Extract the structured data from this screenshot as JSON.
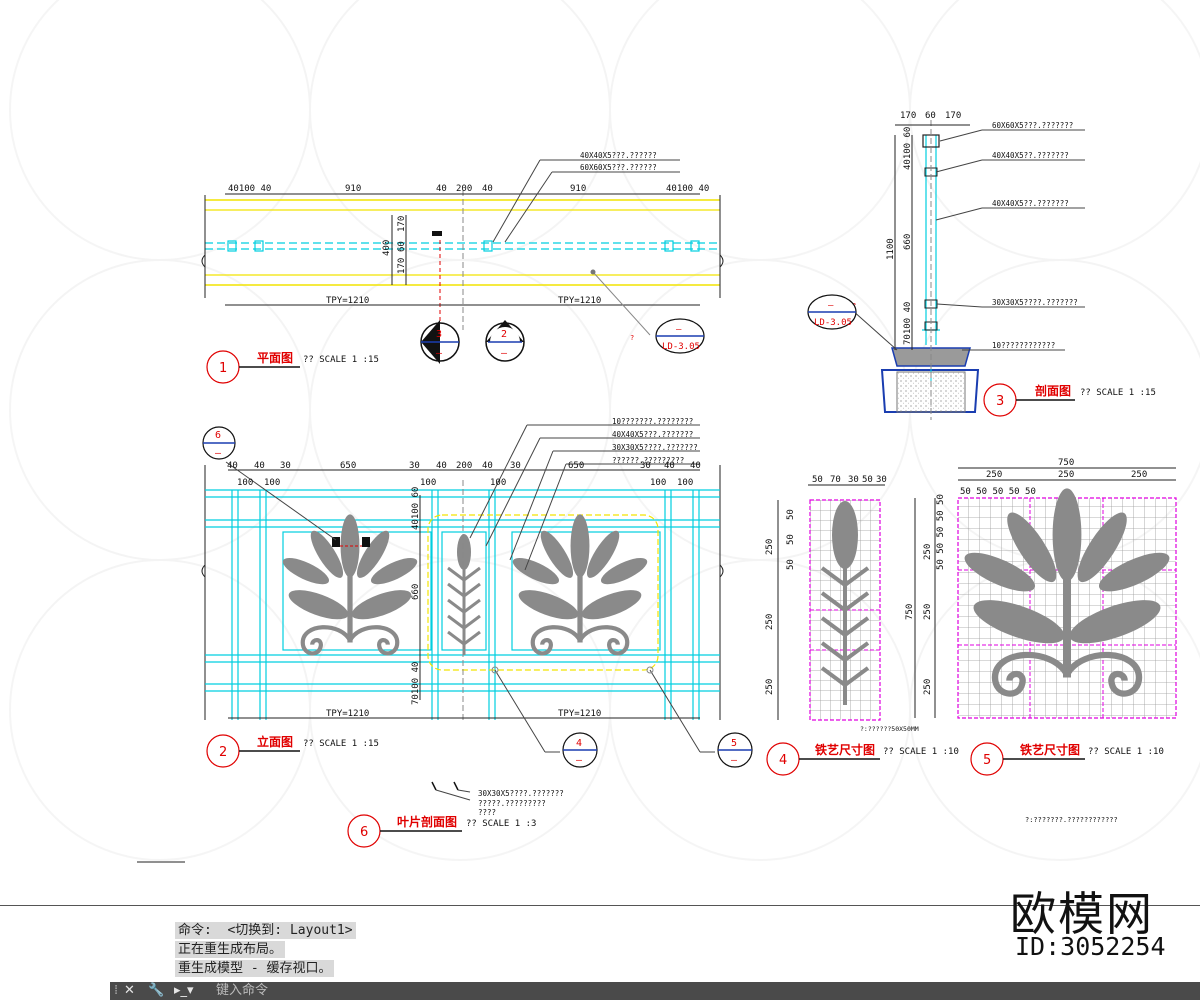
{
  "views": {
    "plan": {
      "number": "1",
      "title": "平面图",
      "scale": "?? SCALE 1 :15"
    },
    "elevation": {
      "number": "2",
      "title": "立面图",
      "scale": "?? SCALE 1 :15"
    },
    "section": {
      "number": "3",
      "title": "剖面图",
      "scale": "?? SCALE 1 :15"
    },
    "iron_size_4": {
      "number": "4",
      "title": "铁艺尺寸图",
      "scale": "?? SCALE 1 :10"
    },
    "iron_size_5": {
      "number": "5",
      "title": "铁艺尺寸图",
      "scale": "?? SCALE 1 :10"
    },
    "leaf_section": {
      "number": "6",
      "title": "叶片剖面图",
      "scale": "?? SCALE 1 :3"
    }
  },
  "plan_dims": {
    "top": [
      "40",
      "100",
      "40",
      "910",
      "40",
      "200",
      "40",
      "910",
      "40",
      "100",
      "40"
    ],
    "left": [
      "170",
      "60",
      "170"
    ],
    "height": "400",
    "tpy_left": "TPY=1210",
    "tpy_right": "TPY=1210",
    "callout_a": "40X40X5???.??????",
    "callout_b": "60X60X5???.??????",
    "ld_ref": "LD-3.05",
    "ld_tag": "?",
    "sec_ref_3": "3",
    "sec_ref_2": "2",
    "dash": "—"
  },
  "elev_dims": {
    "top": [
      "40",
      "40",
      "30",
      "650",
      "30",
      "40",
      "200",
      "40",
      "30",
      "650",
      "30",
      "40",
      "40"
    ],
    "sub": [
      "100",
      "100",
      "100",
      "100",
      "100",
      "100"
    ],
    "left": [
      "40",
      "100",
      "60",
      "660",
      "70",
      "100",
      "40"
    ],
    "tpy_left": "TPY=1210",
    "tpy_right": "TPY=1210",
    "callouts": [
      "10???????.????????",
      "40X40X5???.???????",
      "30X30X5????.???????",
      "??????.?????????"
    ],
    "ref6": "6",
    "ref4": "4",
    "ref5": "5",
    "dash": "—"
  },
  "section_dims": {
    "top": [
      "170",
      "60",
      "170"
    ],
    "left": [
      "40",
      "100",
      "60",
      "1100",
      "660",
      "40",
      "100",
      "70"
    ],
    "callouts": [
      "60X60X5???.???????",
      "40X40X5??.???????",
      "40X40X5??.???????",
      "30X30X5????.???????",
      "10????????????"
    ],
    "ld_ref": "LD-3.05",
    "ld_tag": "?"
  },
  "iron4_dims": {
    "top": [
      "50",
      "70",
      "30",
      "50",
      "30"
    ],
    "left": [
      "250",
      "50",
      "50",
      "50",
      "250",
      "250"
    ],
    "note": "?:??????50X50MM"
  },
  "iron5_dims": {
    "total": "750",
    "top": [
      "250",
      "250",
      "250"
    ],
    "sub": [
      "50",
      "50",
      "50",
      "50",
      "50"
    ],
    "left": [
      "250",
      "50",
      "50",
      "50",
      "50",
      "750",
      "250",
      "250"
    ]
  },
  "leaf_dims": {
    "callouts": [
      "30X30X5????.???????",
      "?????.?????????",
      "????"
    ]
  },
  "bottom_note": "?:???????.????????????",
  "command": {
    "line1": "命令:  <切换到: Layout1>",
    "line2": "正在重生成布局。",
    "line3": "重生成模型 - 缓存视口。",
    "input_placeholder": "键入命令"
  },
  "watermark": {
    "logo": "欧模网",
    "id": "ID:3052254"
  },
  "colors": {
    "cyan": "#00cfe0",
    "yellow": "#f2e400",
    "magenta": "#e000e0",
    "red": "#e00000",
    "blue": "#1a3db0",
    "gray_fill": "#8a8a8a"
  }
}
